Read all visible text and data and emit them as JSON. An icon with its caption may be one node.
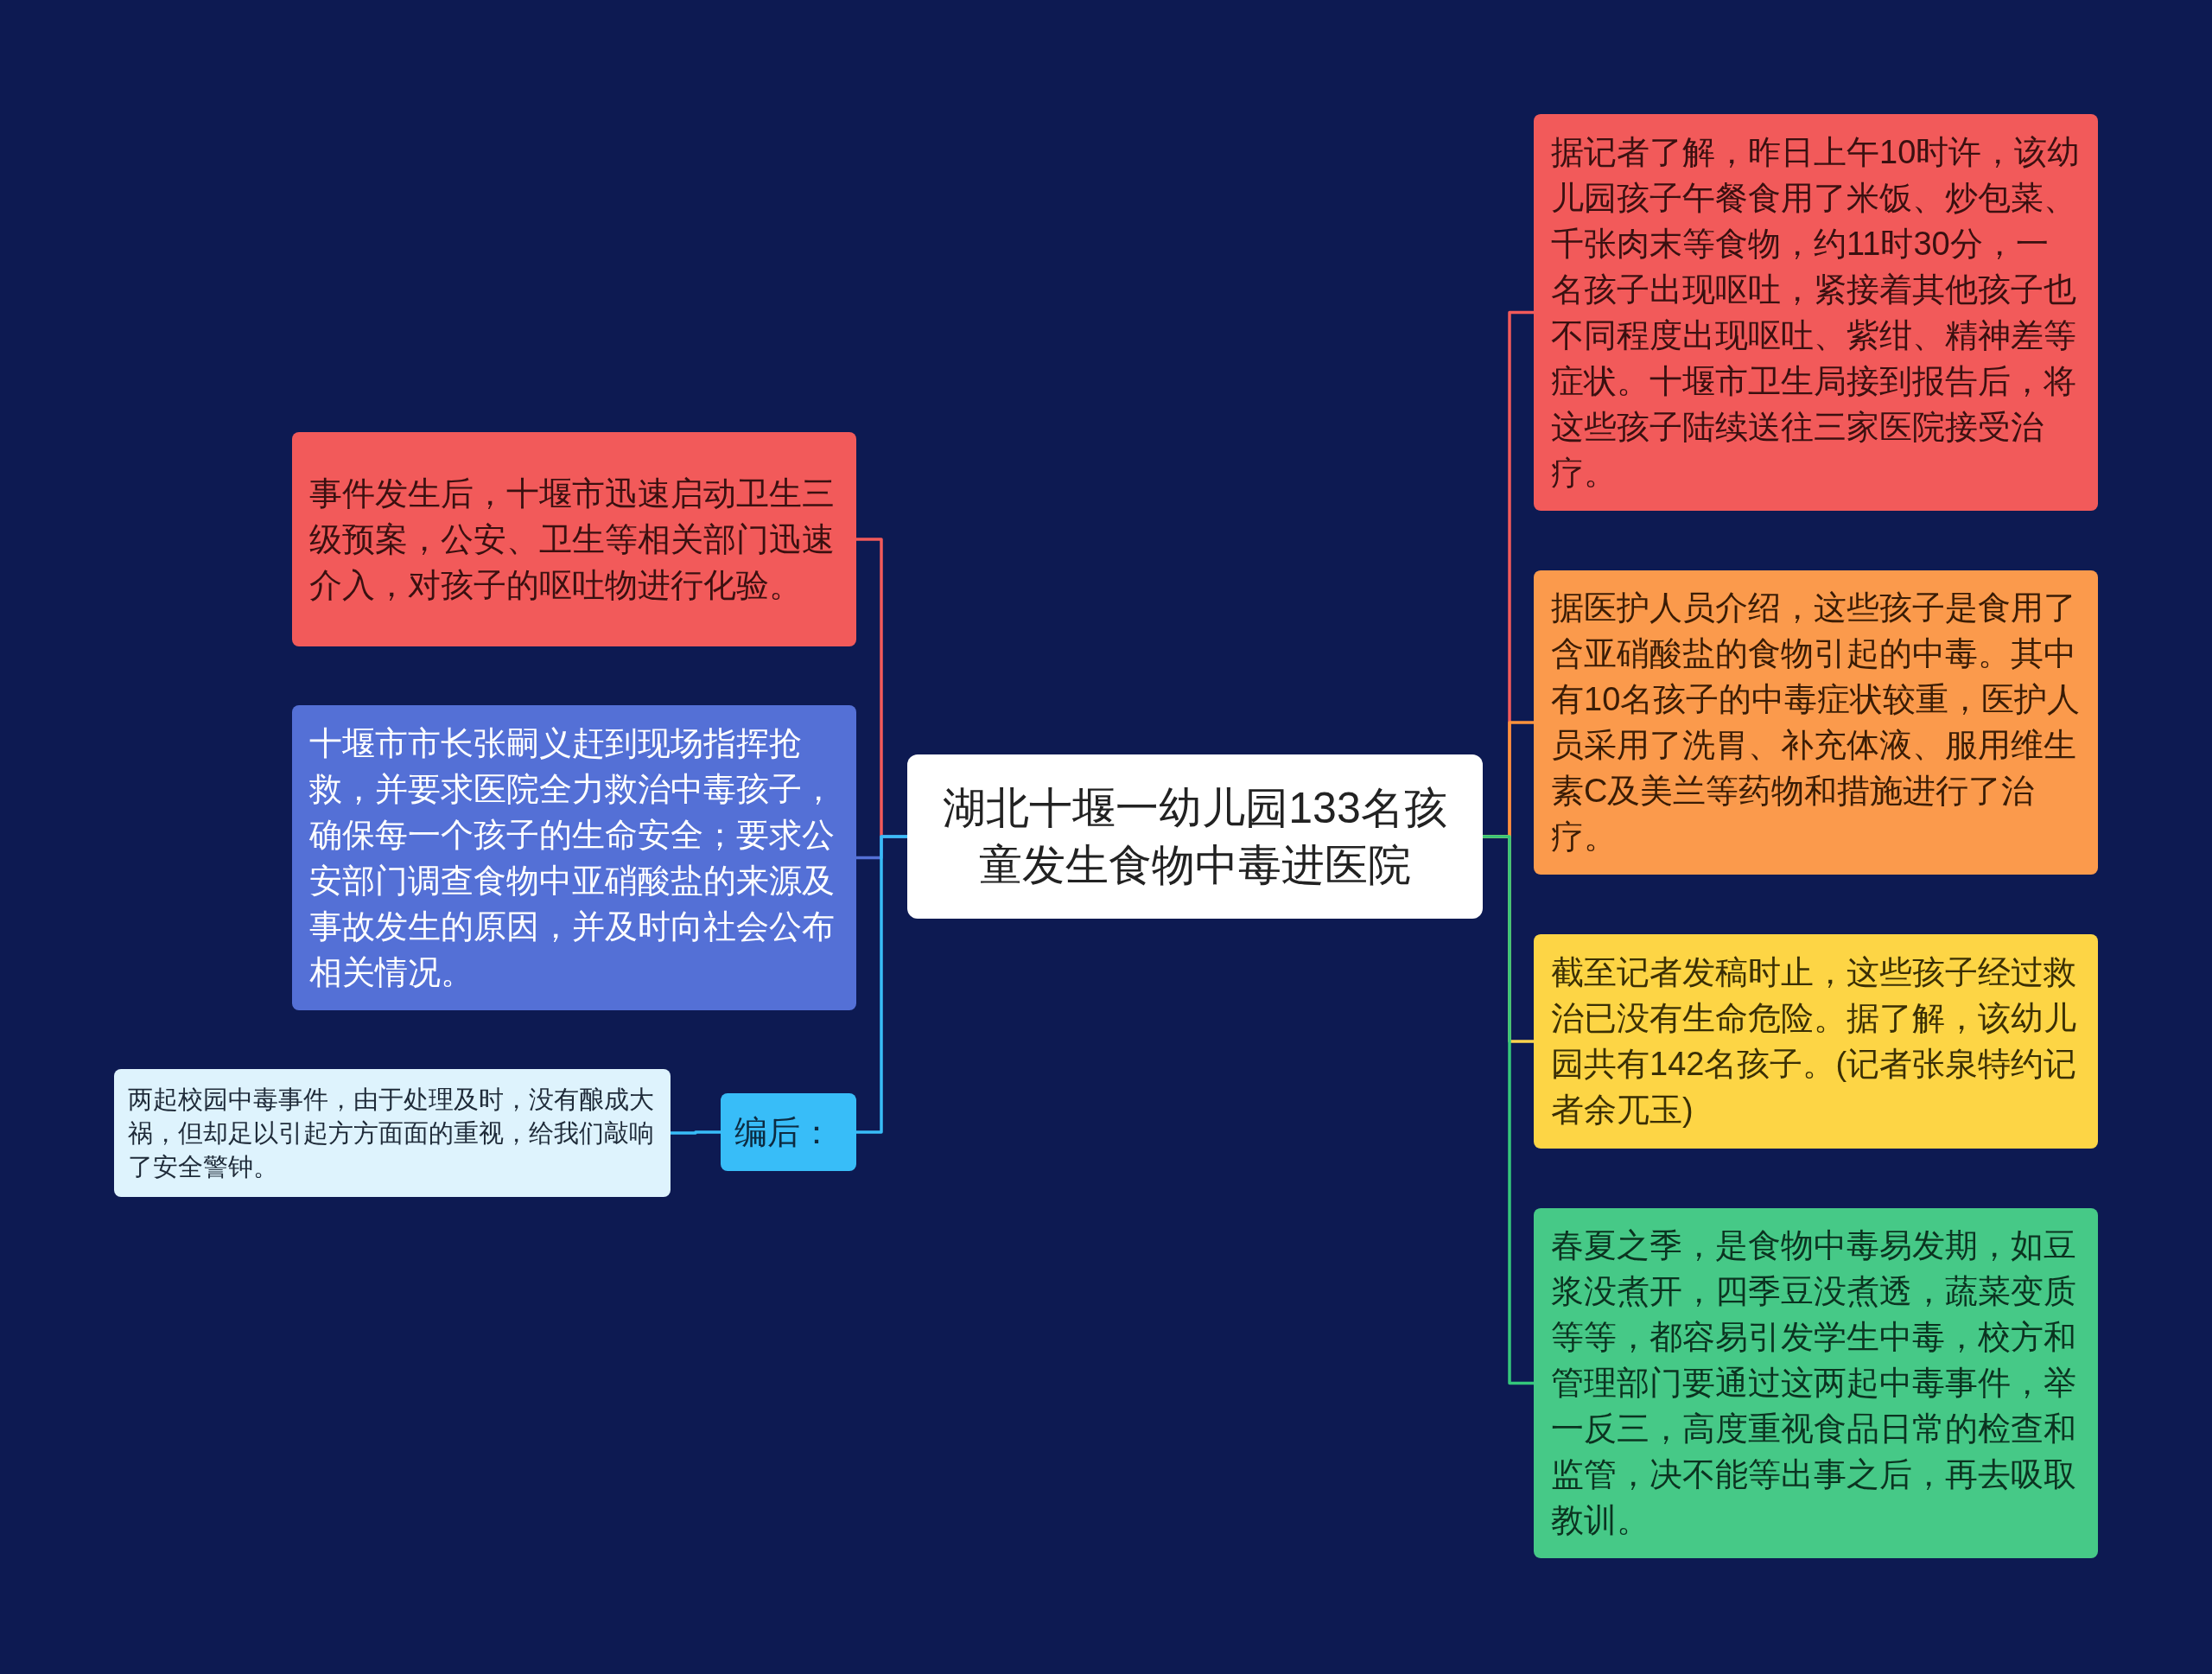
{
  "diagram": {
    "nodes": [
      {
        "text": [
          "湖北十堰一幼儿园133名孩童发生食物中毒进医院"
        ]
      },
      {
        "text": [
          "事件发生后，十堰市迅速启动卫生三级预案，公安、卫生等相关部门迅速介入，对孩子的呕吐物进行化验。"
        ]
      },
      {
        "text": [
          "十堰市市长张嗣义赶到现场指挥抢救，并要求医院全力救治中毒孩子，确保每一个孩子的生命安全；要求公安部门调查食物中亚硝酸盐的来源及事故发生的原因，并及时向社会公布相关情况。"
        ]
      },
      {
        "text": [
          "编后："
        ]
      },
      {
        "text": [
          "两起校园中毒事件，由于处理及时，没有酿成大祸，但却足以引起方方面面的重视，给我们敲响了安全警钟。"
        ]
      },
      {
        "text": [
          "据记者了解，昨日上午10时许，该幼儿园孩子午餐食用了米饭、炒包菜、千张肉末等食物，约11时30分，一名孩子出现呕吐，紧接着其他孩子也不同程度出现呕吐、紫绀、精神差等症状。十堰市卫生局接到报告后，将这些孩子陆续送往三家医院接受治疗。"
        ]
      },
      {
        "text": [
          "据医护人员介绍，这些孩子是食用了含亚硝酸盐的食物引起的中毒。其中有10名孩子的中毒症状较重，医护人员采用了洗胃、补充体液、服用维生素C及美兰等药物和措施进行了治疗。"
        ]
      },
      {
        "text": [
          "截至记者发稿时止，这些孩子经过救治已没有生命危险。据了解，该幼儿园共有142名孩子。(记者张泉特约记者余兀玉)"
        ]
      },
      {
        "text": [
          "春夏之季，是食物中毒易发期，如豆浆没煮开，四季豆没煮透，蔬菜变质等等，都容易引发学生中毒，校方和管理部门要通过这两起中毒事件，举一反三，高度重视食品日常的检查和监管，决不能等出事之后，再去吸取教训。"
        ]
      }
    ],
    "edges": [
      {
        "from": 0,
        "to": 1,
        "arrow": "none",
        "color": "#f25a5a"
      },
      {
        "from": 0,
        "to": 2,
        "arrow": "none",
        "color": "#5470d6"
      },
      {
        "from": 0,
        "to": 3,
        "arrow": "none",
        "color": "#38bdf8"
      },
      {
        "from": 3,
        "to": 4,
        "arrow": "none",
        "color": "#38bdf8"
      },
      {
        "from": 0,
        "to": 5,
        "arrow": "none",
        "color": "#f25a5a"
      },
      {
        "from": 0,
        "to": 6,
        "arrow": "none",
        "color": "#fb923c"
      },
      {
        "from": 0,
        "to": 7,
        "arrow": "none",
        "color": "#fcd34d"
      },
      {
        "from": 0,
        "to": 8,
        "arrow": "none",
        "color": "#34c77b"
      }
    ]
  }
}
